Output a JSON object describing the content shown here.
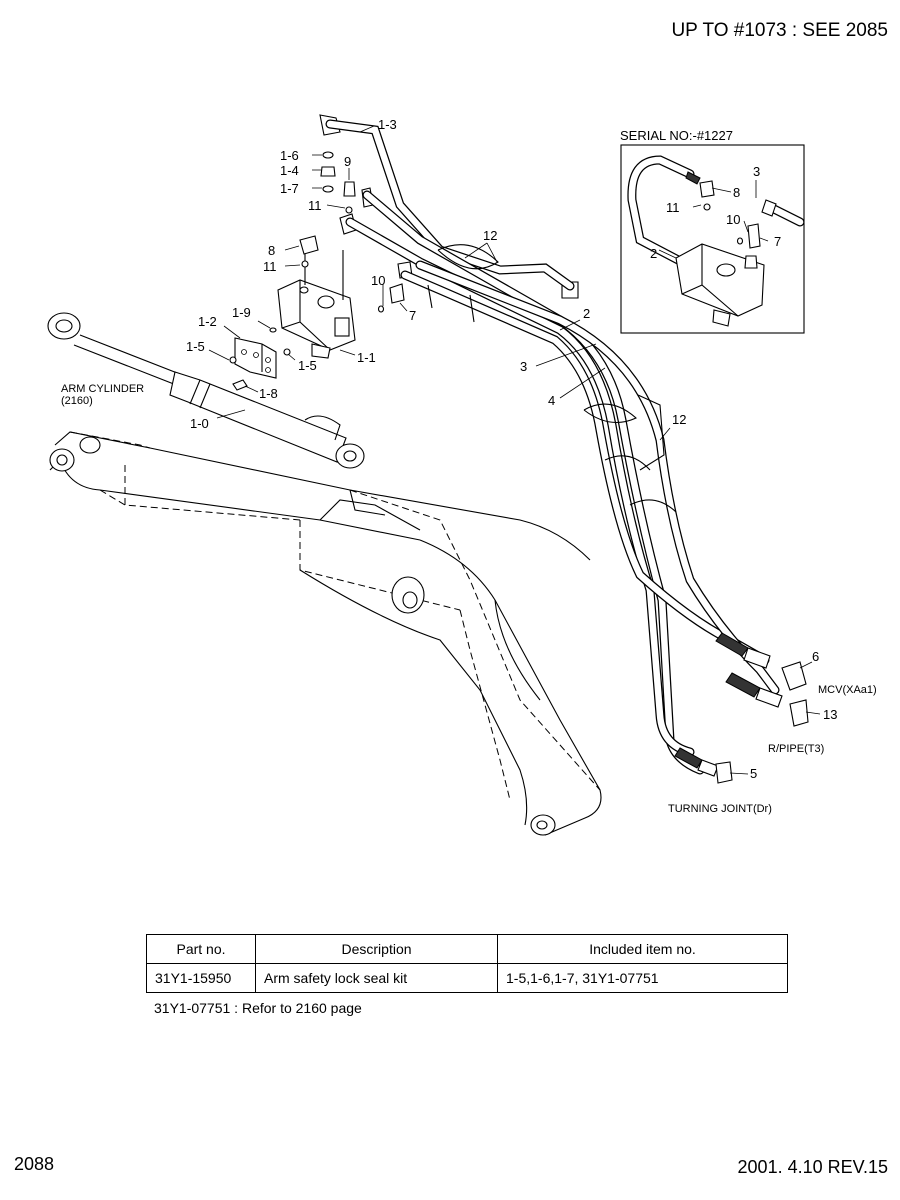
{
  "header": {
    "ref": "UP TO #1073 : SEE 2085"
  },
  "inset": {
    "title": "SERIAL NO:-#1227"
  },
  "callouts": {
    "main": {
      "c1_3": "1-3",
      "c1_6": "1-6",
      "c1_4": "1-4",
      "c1_7": "1-7",
      "c9": "9",
      "c11a": "11",
      "c8": "8",
      "c11b": "11",
      "c12a": "12",
      "c10": "10",
      "c7": "7",
      "c1_9": "1-9",
      "c1_2": "1-2",
      "c1_5a": "1-5",
      "c1_5b": "1-5",
      "c1_1": "1-1",
      "c1_8": "1-8",
      "c1_0": "1-0",
      "c2": "2",
      "c3": "3",
      "c4": "4",
      "c12b": "12",
      "c6": "6",
      "c13": "13",
      "c5": "5"
    },
    "inset": {
      "c3": "3",
      "c8": "8",
      "c11": "11",
      "c10": "10",
      "c7": "7",
      "c2": "2"
    }
  },
  "labels": {
    "arm_cylinder": "ARM CYLINDER",
    "arm_cylinder_ref": "(2160)",
    "mcv": "MCV(XAa1)",
    "rpipe": "R/PIPE(T3)",
    "turning_joint": "TURNING JOINT(Dr)"
  },
  "table": {
    "headers": [
      "Part no.",
      "Description",
      "Included item no."
    ],
    "rows": [
      [
        "31Y1-15950",
        "Arm safety lock seal kit",
        "1-5,1-6,1-7, 31Y1-07751"
      ]
    ]
  },
  "footnote": "31Y1-07751 : Refor to 2160 page",
  "footer": {
    "page": "2088",
    "revision": "2001. 4.10 REV.15"
  }
}
